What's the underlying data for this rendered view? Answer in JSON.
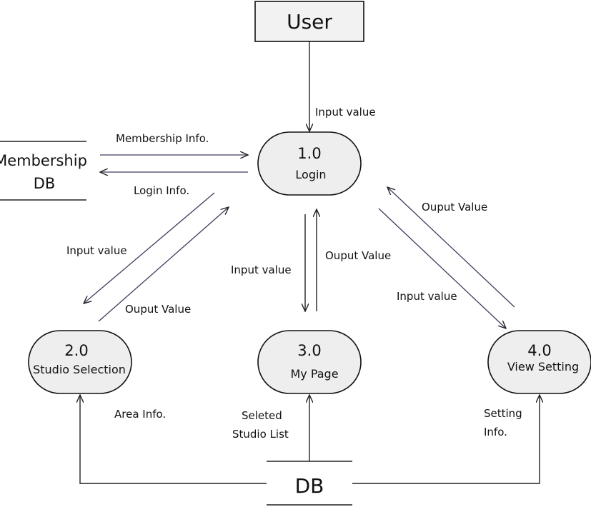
{
  "entity": {
    "label": "User"
  },
  "datastores": {
    "membership": {
      "line1": "Membership",
      "line2": "DB"
    },
    "db": {
      "label": "DB"
    }
  },
  "processes": [
    {
      "number": "1.0",
      "name": "Login"
    },
    {
      "number": "2.0",
      "name": "Studio Selection"
    },
    {
      "number": "3.0",
      "name": "My Page"
    },
    {
      "number": "4.0",
      "name": "View Setting"
    }
  ],
  "flows": {
    "user_to_login": "Input value",
    "membership_info": "Membership Info.",
    "login_info": "Login Info.",
    "login_to_studio": "Input value",
    "studio_to_login": "Ouput Value",
    "login_to_mypage": "Input value",
    "mypage_to_login": "Ouput Value",
    "login_to_view": "Input value",
    "view_to_login": "Ouput Value",
    "area_info": "Area Info.",
    "studio_list_1": "Seleted",
    "studio_list_2": "Studio List",
    "setting_info_1": "Setting",
    "setting_info_2": "Info."
  },
  "colors": {
    "process_fill": "#eeeeee",
    "entity_fill": "#f2f2f2",
    "stroke": "#111111"
  }
}
